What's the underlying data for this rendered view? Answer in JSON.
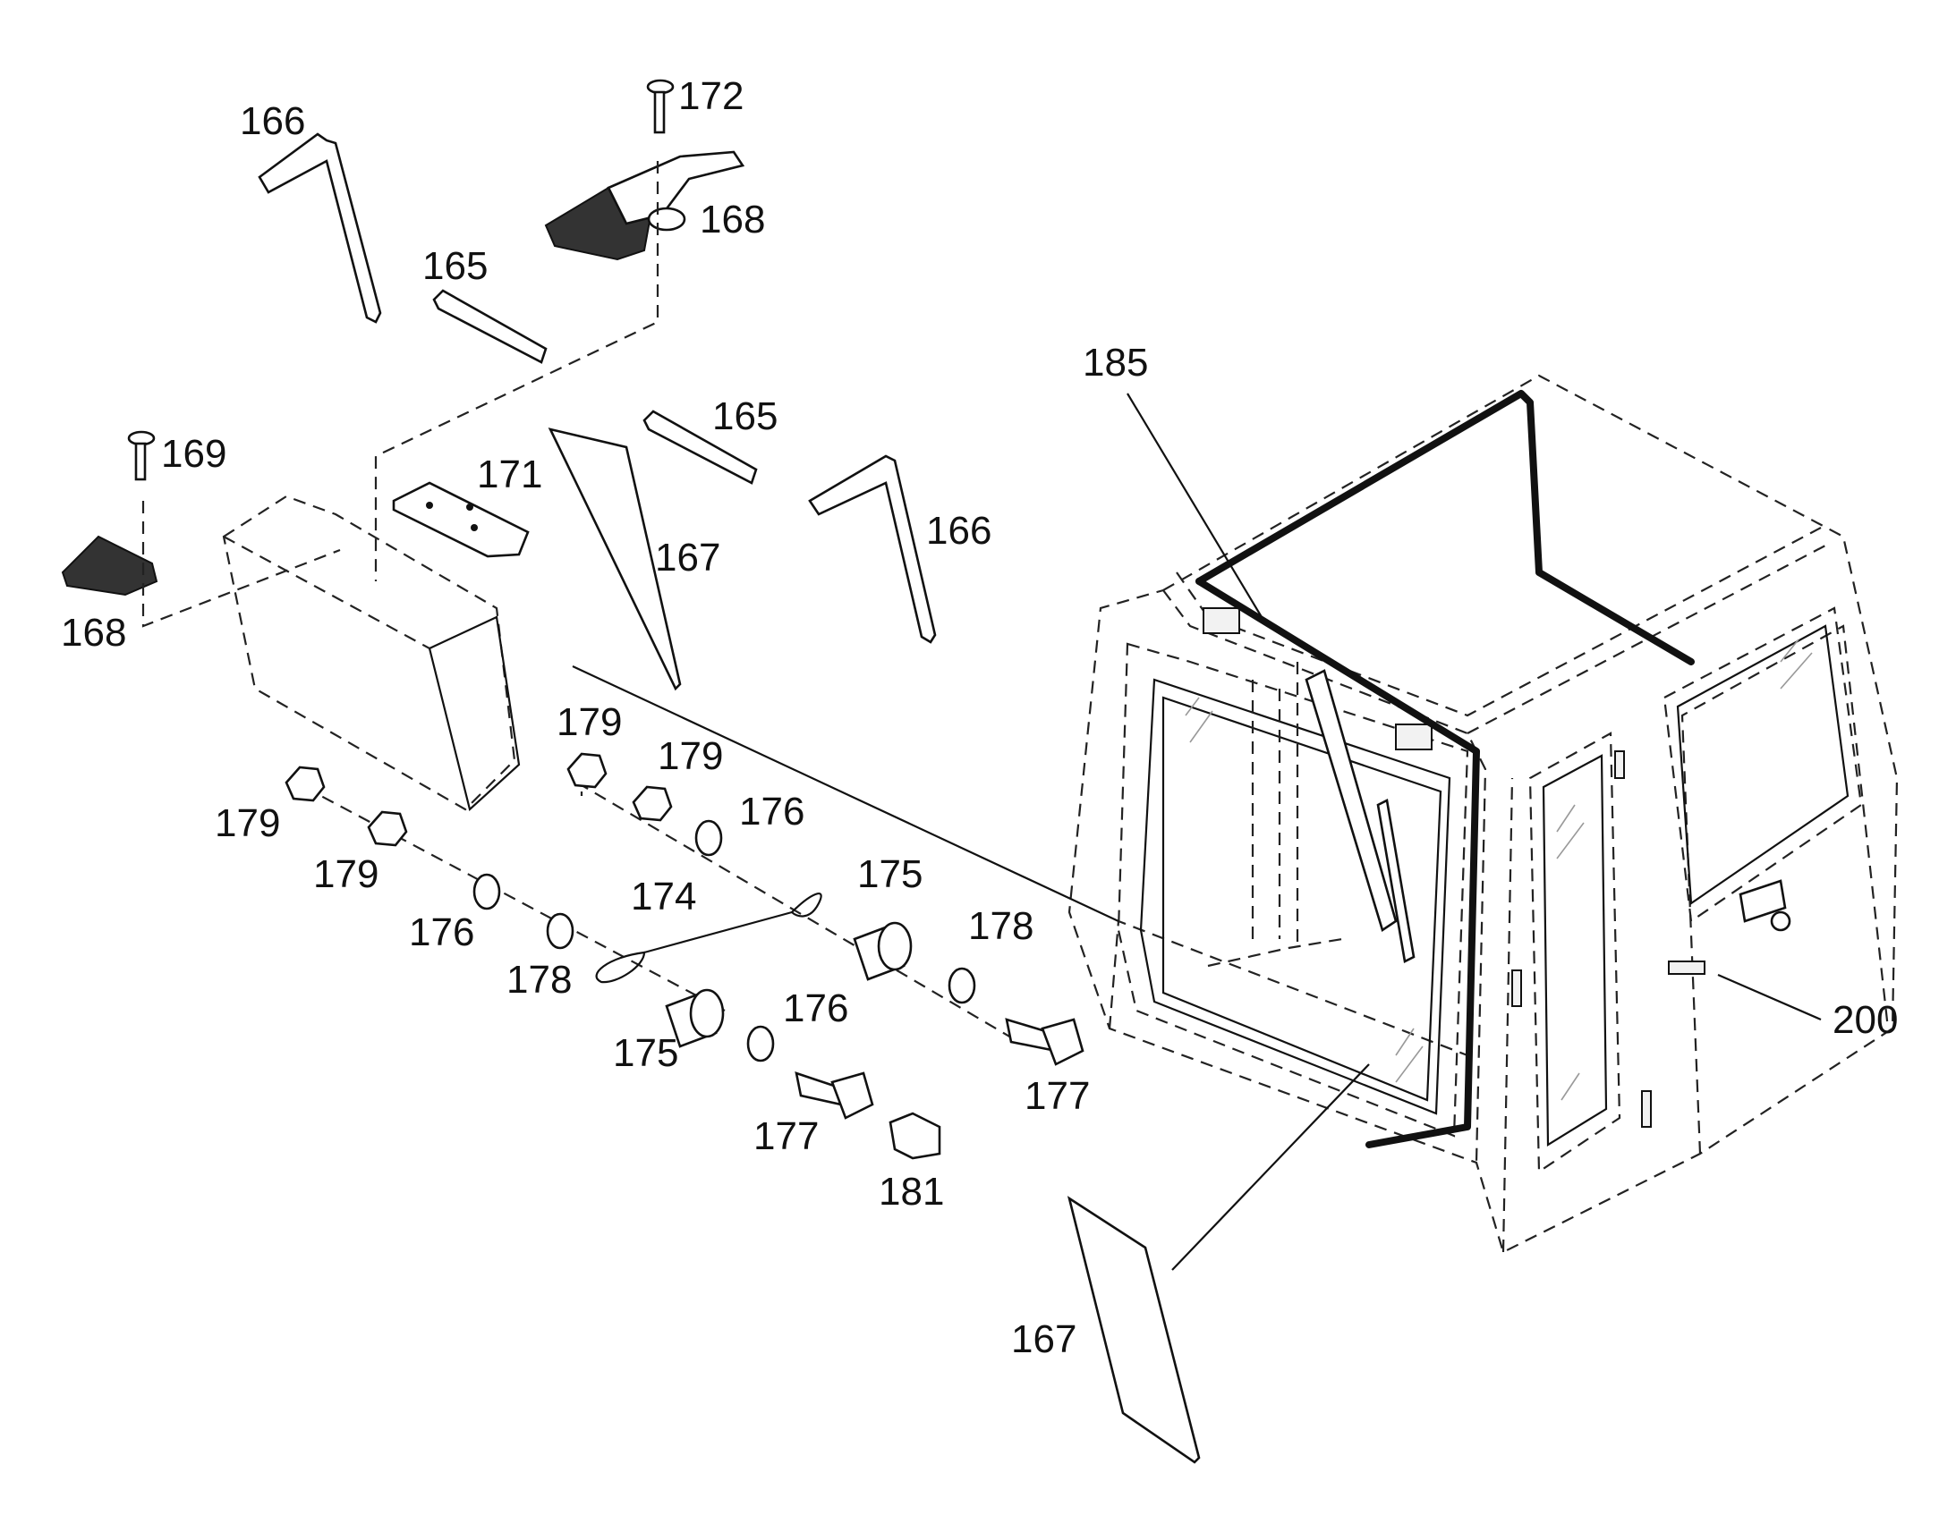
{
  "labels": {
    "p165a": "165",
    "p165b": "165",
    "p166a": "166",
    "p166b": "166",
    "p167a": "167",
    "p167b": "167",
    "p168a": "168",
    "p168b": "168",
    "p169": "169",
    "p171": "171",
    "p172": "172",
    "p174": "174",
    "p175a": "175",
    "p175b": "175",
    "p176a": "176",
    "p176b": "176",
    "p176c": "176",
    "p177a": "177",
    "p177b": "177",
    "p178a": "178",
    "p178b": "178",
    "p179a": "179",
    "p179b": "179",
    "p179c": "179",
    "p179d": "179",
    "p181": "181",
    "p185": "185",
    "p200": "200"
  }
}
